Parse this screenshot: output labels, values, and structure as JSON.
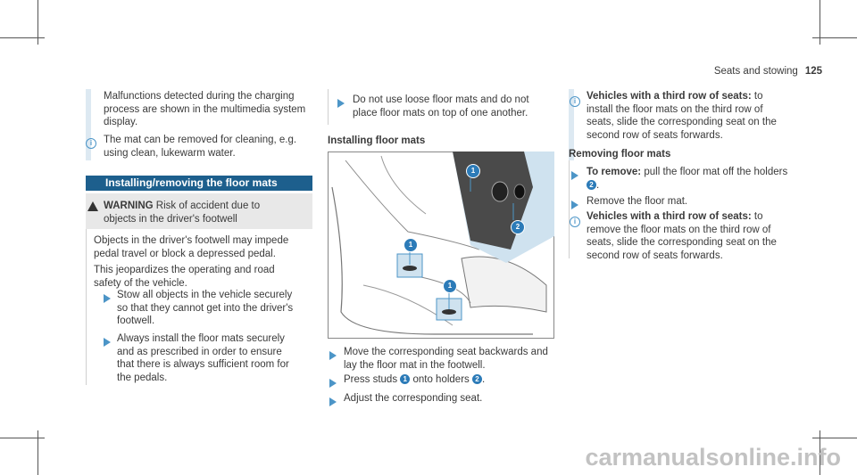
{
  "header": {
    "section": "Seats and stowing",
    "page": "125"
  },
  "col1": {
    "info_lines": [
      "Malfunctions detected during the charging",
      "process are shown in the multimedia system",
      "display."
    ],
    "note_lines": [
      "The mat can be removed for cleaning, e.g.",
      "using clean, lukewarm water."
    ],
    "section_title": "Installing/removing the floor mats",
    "warning_label": "WARNING",
    "warning_lines": [
      "Risk of accident due to",
      "objects in the driver's footwell"
    ],
    "body1": [
      "Objects in the driver's footwell may impede",
      "pedal travel or block a depressed pedal."
    ],
    "body2": [
      "This jeopardizes the operating and road",
      "safety of the vehicle."
    ],
    "step1": [
      "Stow all objects in the vehicle securely",
      "so that they cannot get into the driver's",
      "footwell."
    ],
    "step2": [
      "Always install the floor mats securely",
      "and as prescribed in order to ensure",
      "that there is always sufficient room for",
      "the pedals."
    ]
  },
  "col2": {
    "step_top": [
      "Do not use loose floor mats and do not",
      "place floor mats on top of one another."
    ],
    "heading": "Installing floor mats",
    "figure_labels": [
      "1",
      "2",
      "1",
      "1"
    ],
    "step_a": [
      "Move the corresponding seat backwards and",
      "lay the floor mat in the footwell."
    ],
    "step_b_pre": "Press studs",
    "step_b_n1": "1",
    "step_b_mid": "onto holders",
    "step_b_n2": "2",
    "step_b_post": ".",
    "step_c": "Adjust the corresponding seat."
  },
  "col3": {
    "note1_bold": "Vehicles with a third row of seats:",
    "note1_rest": [
      "to",
      "install the floor mats on the third row of",
      "seats, slide the corresponding seat on the",
      "second row of seats forwards."
    ],
    "heading": "Removing floor mats",
    "step1_bold": "To remove:",
    "step1_rest": "pull the floor mat off the holders",
    "step1_num": "2",
    "step1_tail": ".",
    "step2": "Remove the floor mat.",
    "note2_bold": "Vehicles with a third row of seats:",
    "note2_rest": [
      "to",
      "remove the floor mats on the third row of",
      "seats, slide the corresponding seat on the",
      "second row of seats forwards."
    ]
  },
  "watermark": "carmanualsonline.info",
  "colors": {
    "accent": "#4c95c7",
    "section_bar": "#1d5f8d",
    "info_bar": "#dde9f2",
    "badge": "#2c7bb8"
  }
}
